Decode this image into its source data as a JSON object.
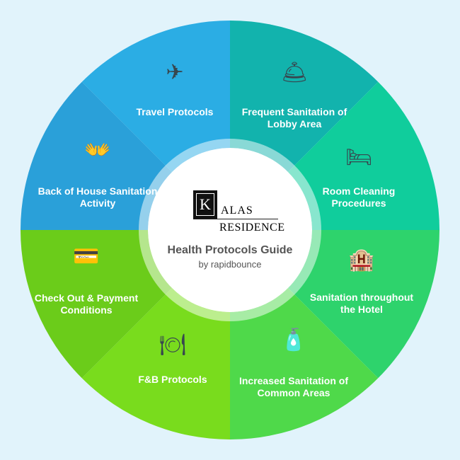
{
  "colors": {
    "background": "#e1f3fb"
  },
  "segments": [
    {
      "label": "Travel Protocols",
      "icon": "airplane-ship-icon",
      "glyph": "✈",
      "color": "#2badE4"
    },
    {
      "label": "Frequent Sanitation of Lobby Area",
      "icon": "service-bell-icon",
      "glyph": "🛎",
      "color": "#12b3ad"
    },
    {
      "label": "Room Cleaning Procedures",
      "icon": "bed-icon",
      "glyph": "🛏",
      "color": "#10cd9c"
    },
    {
      "label": "Sanitation throughout the Hotel",
      "icon": "hotel-building-icon",
      "glyph": "🏨",
      "color": "#2ed36c"
    },
    {
      "label": "Increased Sanitation of Common Areas",
      "icon": "cleaning-supplies-icon",
      "glyph": "🧴",
      "color": "#4fd94a"
    },
    {
      "label": "F&B Protocols",
      "icon": "plate-fork-knife-icon",
      "glyph": "🍽",
      "color": "#79dc1d"
    },
    {
      "label": "Check Out & Payment Conditions",
      "icon": "credit-card-icon",
      "glyph": "💳",
      "color": "#6bcc1a"
    },
    {
      "label": "Back of House Sanitation Activity",
      "icon": "hand-washing-icon",
      "glyph": "👐",
      "color": "#2aa0d9"
    }
  ],
  "center": {
    "logo_k": "K",
    "logo_alas": "ALAS",
    "logo_residence": "RESIDENCE",
    "title": "Health Protocols Guide",
    "subtitle": "by rapidbounce"
  }
}
